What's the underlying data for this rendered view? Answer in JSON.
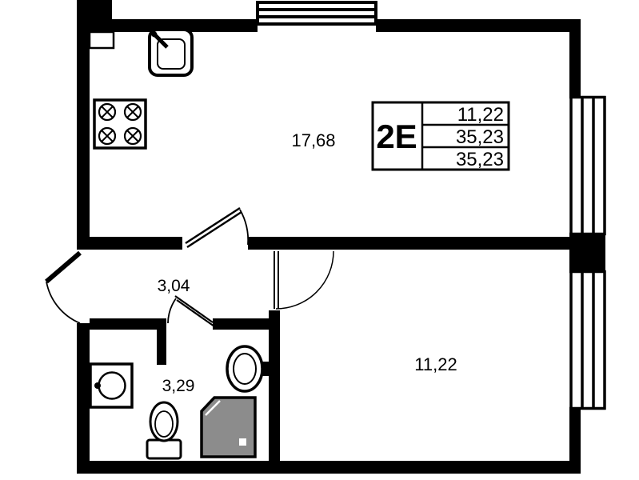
{
  "plan": {
    "unit_label": "2E",
    "info_table": {
      "rows": [
        "11,22",
        "35,23",
        "35,23"
      ]
    },
    "rooms": {
      "living_kitchen": "17,68",
      "hallway": "3,04",
      "bathroom": "3,29",
      "bedroom": "11,22"
    },
    "colors": {
      "wall": "#000000",
      "shower_fill": "#8c8c8c",
      "text": "#000000",
      "background": "#ffffff"
    },
    "fixtures": [
      "kitchen-sink-icon",
      "stove-icon",
      "washbasin-icon",
      "toilet-icon",
      "pedestal-sink-icon",
      "shower-icon"
    ]
  }
}
